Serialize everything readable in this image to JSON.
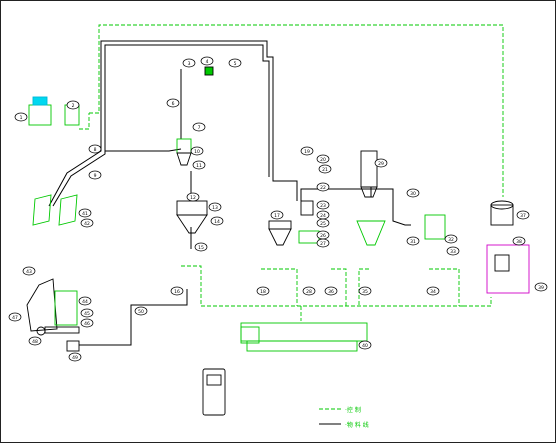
{
  "diagram": {
    "title": "",
    "colors": {
      "control_line": "#00c800",
      "material_line": "#000000",
      "equipment": "#000000",
      "label_green": "#00c800",
      "label_cyan": "#00b8d8",
      "label_magenta": "#d000c8"
    },
    "bubbles": [
      "1",
      "2",
      "3",
      "4",
      "5",
      "6",
      "7",
      "8",
      "9",
      "10",
      "11",
      "12",
      "13",
      "14",
      "15",
      "16",
      "17",
      "18",
      "19",
      "20",
      "21",
      "22",
      "23",
      "24",
      "25",
      "26",
      "27",
      "28",
      "29",
      "30",
      "31",
      "32",
      "33",
      "34",
      "35",
      "36",
      "37",
      "38",
      "39",
      "40",
      "41",
      "42",
      "43",
      "44",
      "45",
      "46",
      "47",
      "48",
      "49",
      "50"
    ],
    "legend": {
      "control_line_label": "·控 制",
      "material_line_label": "·物 料 线"
    }
  }
}
